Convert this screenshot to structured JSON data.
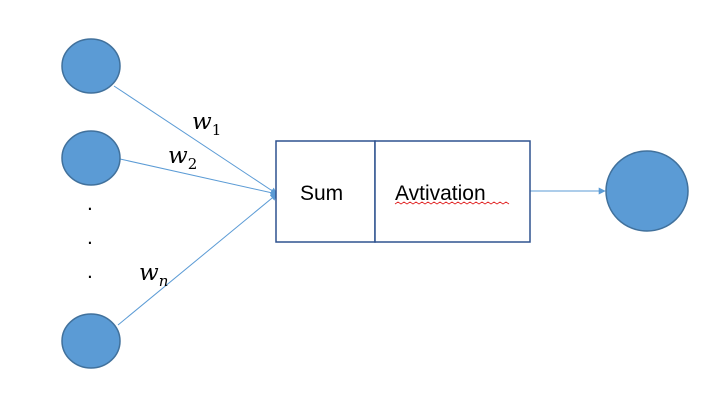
{
  "diagram": {
    "colors": {
      "node_fill": "#5b9bd5",
      "node_stroke": "#41719c",
      "edge": "#5b9bd5",
      "box_stroke": "#2f528f",
      "spellcheck_underline": "#e02020"
    },
    "inputs": [
      {
        "id": "input-1"
      },
      {
        "id": "input-2"
      },
      {
        "id": "input-n"
      }
    ],
    "ellipsis": [
      ".",
      ".",
      "."
    ],
    "weights": [
      {
        "symbol": "w",
        "subscript": "1"
      },
      {
        "symbol": "w",
        "subscript": "2"
      },
      {
        "symbol": "w",
        "subscript": "n"
      }
    ],
    "sum_label": "Sum",
    "activation_label": "Avtivation",
    "output": {
      "id": "output"
    }
  }
}
